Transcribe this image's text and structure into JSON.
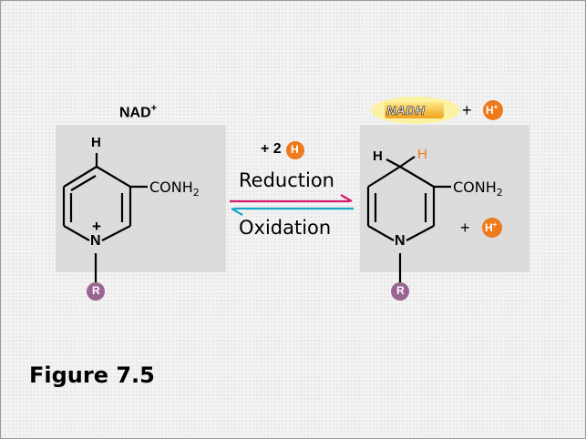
{
  "left_molecule": {
    "name": "NAD",
    "charge": "+",
    "top_atom": "H",
    "group_main": "CONH",
    "group_sub": "2",
    "ring_charge": "+",
    "ring_atom": "N",
    "r_group": "R"
  },
  "reaction": {
    "reagent_prefix": "+ 2",
    "reagent_atom": "H",
    "forward_label": "Reduction",
    "reverse_label": "Oxidation"
  },
  "right_molecule": {
    "name": "NADH",
    "plus_sign": "+",
    "proton_atom": "H",
    "proton_charge": "+",
    "h_left": "H",
    "h_added": "H",
    "group_main": "CONH",
    "group_sub": "2",
    "ring_atom": "N",
    "r_group": "R"
  },
  "colors": {
    "reduction_arrow": "#d8186b",
    "oxidation_arrow": "#1aa6c8",
    "hydrogen_circle": "#ee7a1c",
    "r_group_circle": "#9a6590",
    "panel": "#dcdcdc"
  },
  "caption": "Figure 7.5"
}
